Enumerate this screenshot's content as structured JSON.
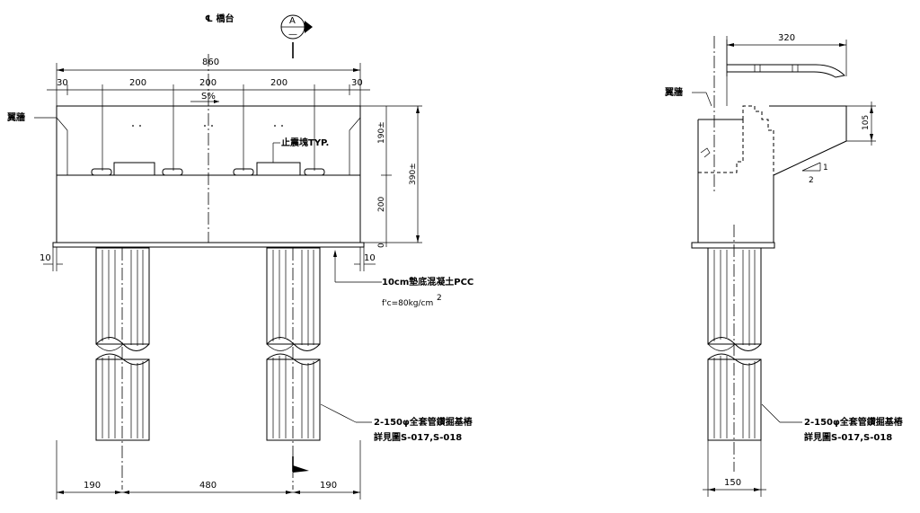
{
  "front": {
    "centerline_label": "℄ 橋台",
    "section_marker": "A",
    "section_marker_sub": "—",
    "dim_total": "860",
    "dim_edge_left": "30",
    "dim_edge_right": "30",
    "dim_spacing": [
      "200",
      "200",
      "200"
    ],
    "slope": "S%",
    "wingwall_label": "翼牆",
    "stopper_label": "止震塊TYP.",
    "dim_upper": "190±",
    "dim_lower": "200",
    "dim_zero": "0",
    "dim_overall_height": "390±",
    "dim_pcc_left": "10",
    "dim_pcc_right": "10",
    "pcc_label": "10cm墊底混凝土PCC",
    "pcc_strength": "f'c=80kg/cm",
    "pcc_strength_sup": "2",
    "pile_label": "2-150φ全套管鑽掘基樁",
    "pile_ref": "詳見圖S-017,S-018",
    "dim_bottom": [
      "190",
      "480",
      "190"
    ]
  },
  "side": {
    "bracket_label": "翼牆",
    "dim_top": "320",
    "dim_right": "105",
    "slope_v": "1",
    "slope_h": "2",
    "pile_label": "2-150φ全套管鑽掘基樁",
    "pile_ref": "詳見圖S-017,S-018",
    "dim_pile": "150"
  }
}
